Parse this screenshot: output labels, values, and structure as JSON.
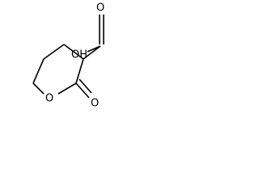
{
  "molecule": {
    "atoms": {
      "carboxyl_hydroxyl": "OH",
      "carboxyl_carbonyl_oxygen": "O",
      "ring_oxygen": "O",
      "lactone_carbonyl_oxygen": "O"
    }
  }
}
